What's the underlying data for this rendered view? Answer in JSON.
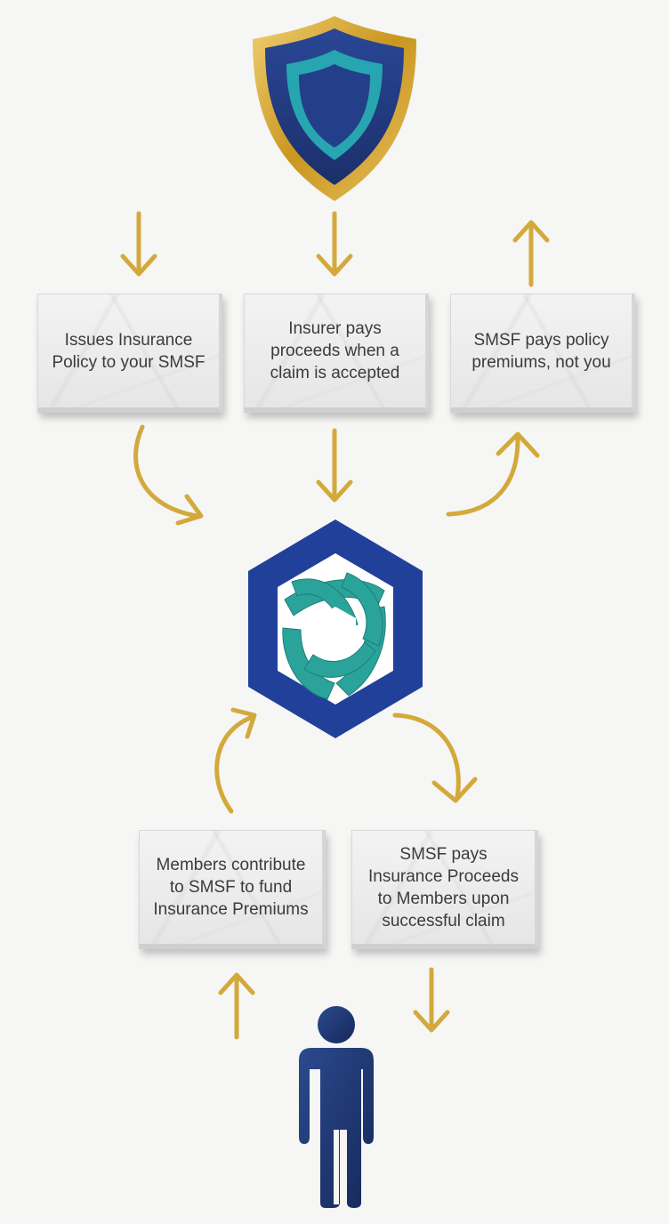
{
  "diagram": {
    "cards": {
      "issues_policy": "Issues Insurance Policy to your SMSF",
      "insurer_pays": "Insurer pays proceeds when a claim is accepted",
      "smsf_pays_premiums": "SMSF pays policy premiums, not you",
      "members_contribute": "Members contribute to SMSF to fund Insurance Premiums",
      "smsf_pays_proceeds": "SMSF pays Insurance Proceeds to Members upon successful claim"
    },
    "icons": {
      "insurer": "shield-icon",
      "smsf": "hexagon-logo-icon",
      "member": "person-icon"
    },
    "colors": {
      "gold": "#d4a93c",
      "navy": "#203a80",
      "teal": "#2aa7a2",
      "person": "#1b3264"
    }
  }
}
